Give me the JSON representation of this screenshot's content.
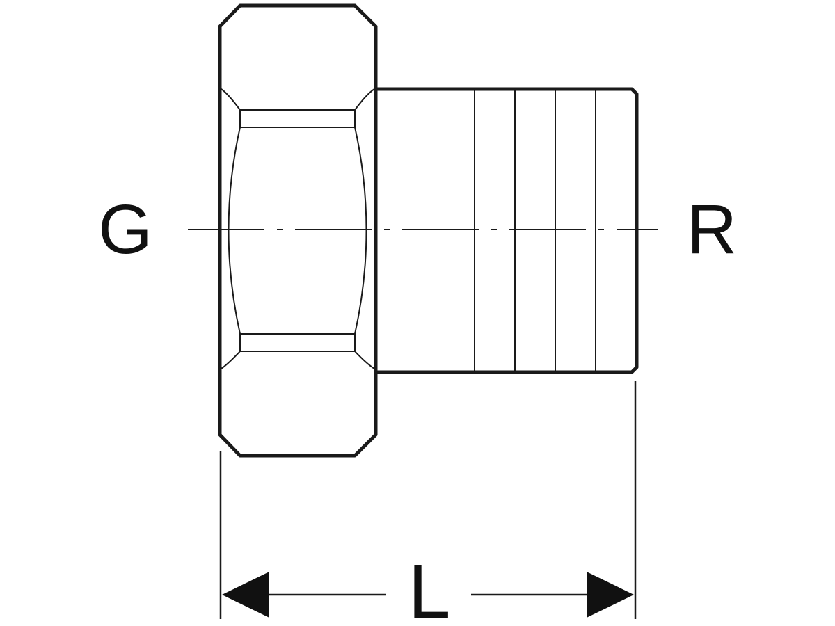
{
  "labels": {
    "left_thread": "G",
    "right_thread": "R",
    "length": "L"
  },
  "colors": {
    "line": "#1a1a1a",
    "background": "#ffffff"
  }
}
